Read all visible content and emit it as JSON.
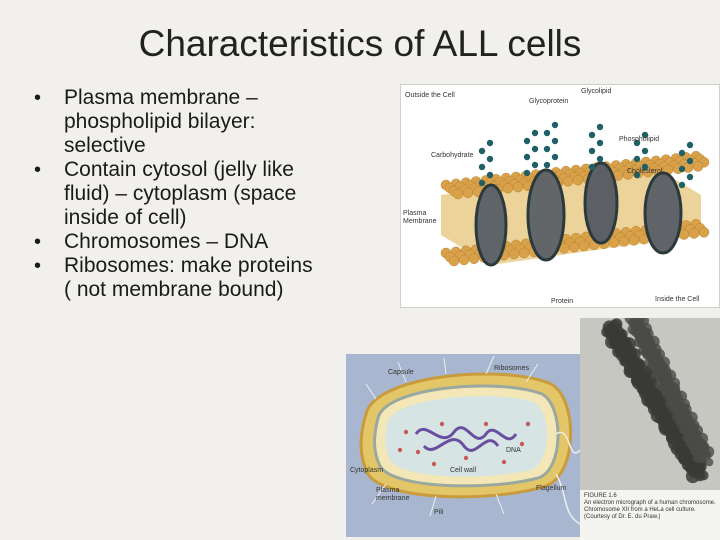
{
  "slide": {
    "title": "Characteristics of ALL cells",
    "bullets": [
      {
        "line1": "Plasma membrane –",
        "line2": "phospholipid bilayer:",
        "line3": "selective"
      },
      {
        "line1": "Contain cytosol (jelly like",
        "line2": "fluid) – cytoplasm (space",
        "line3": "inside of cell)"
      },
      {
        "line1": "Chromosomes – DNA",
        "line2": "",
        "line3": ""
      },
      {
        "line1": "Ribosomes: make proteins",
        "line2": "( not membrane bound)",
        "line3": ""
      }
    ],
    "bullet_glyph": "•"
  },
  "membrane_figure": {
    "labels": {
      "outside": "Outside the Cell",
      "glycolipid": "Glycolipid",
      "glycoprotein": "Glycoprotein",
      "phospholipid": "Phospholipid",
      "carbohydrate": "Carbohydrate",
      "cholesterol": "Cholesterol",
      "plasma_membrane": "Plasma\nMembrane",
      "protein": "Protein",
      "inside": "Inside the Cell"
    },
    "colors": {
      "head": "#d9a24a",
      "tail": "#e8c98a",
      "protein": "#5f6468",
      "chain": "#1f5f66"
    }
  },
  "cell_figure": {
    "labels": {
      "capsule": "Capsule",
      "ribosomes": "Ribosomes",
      "dna": "DNA",
      "cytoplasm": "Cytoplasm",
      "cell_wall": "Cell wall",
      "plasma_membrane": "Plasma membrane",
      "flagellum": "Flagellum",
      "pili": "Pili"
    }
  },
  "micrograph": {
    "caption_title": "FIGURE 1.6",
    "caption": "An electron micrograph of a human chromosome. Chromosome XII from a HeLa cell culture. (Courtesy of Dr. E. du Praw.)"
  }
}
